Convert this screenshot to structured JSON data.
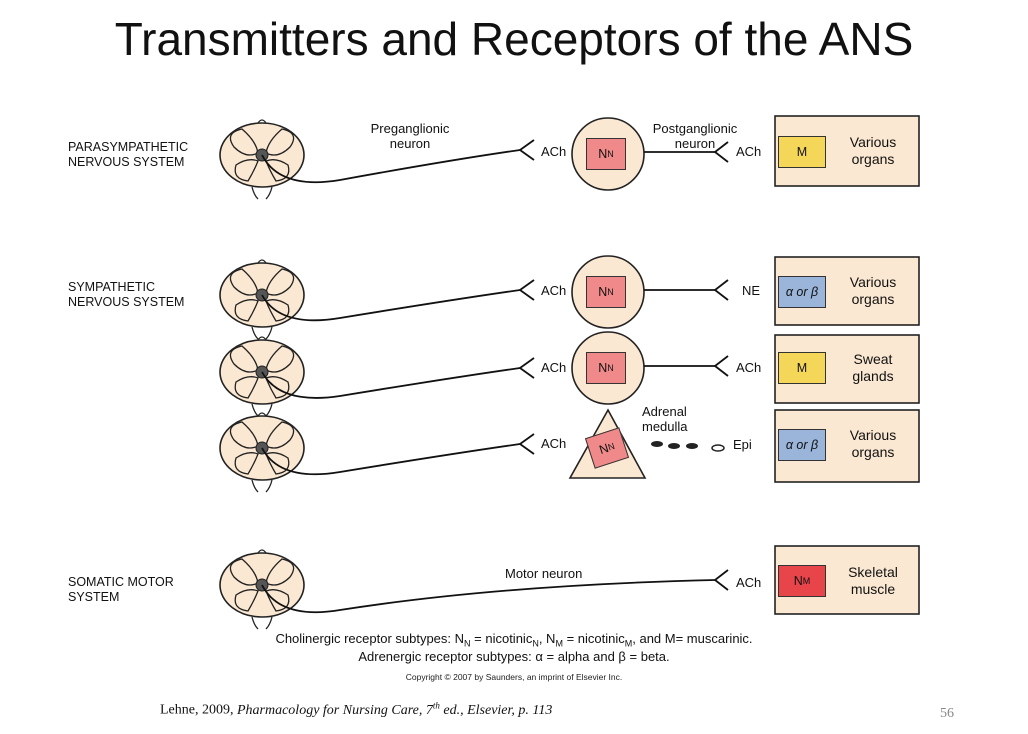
{
  "title": "Transmitters and Receptors of the ANS",
  "systems": {
    "parasympathetic": [
      "PARASYMPATHETIC",
      "NERVOUS SYSTEM"
    ],
    "sympathetic": [
      "SYMPATHETIC",
      "NERVOUS SYSTEM"
    ],
    "somatic": [
      "SOMATIC MOTOR",
      "SYSTEM"
    ]
  },
  "neurons": {
    "preganglionic": [
      "Preganglionic",
      "neuron"
    ],
    "postganglionic": [
      "Postganglionic",
      "neuron"
    ],
    "motor": "Motor neuron"
  },
  "adrenal": [
    "Adrenal",
    "medulla"
  ],
  "transmitters": {
    "ach": "ACh",
    "ne": "NE",
    "epi": "Epi"
  },
  "receptors": {
    "nn_main": "N",
    "nn_sub": "N",
    "m": "M",
    "alpha_beta": "α or β",
    "nm_main": "N",
    "nm_sub": "M"
  },
  "organs": {
    "various": [
      "Various",
      "organs"
    ],
    "sweat": [
      "Sweat",
      "glands"
    ],
    "skeletal": [
      "Skeletal",
      "muscle"
    ]
  },
  "legend": {
    "cholinergic": {
      "t1": "Cholinergic receptor subtypes: N",
      "s1": "N",
      "t2": " = nicotinic",
      "s2": "N",
      "t3": ", N",
      "s3": "M",
      "t4": " = nicotinic",
      "s4": "M",
      "t5": ", and M= muscarinic."
    },
    "adrenergic": "Adrenergic receptor subtypes: α = alpha and β = beta."
  },
  "copyright": "Copyright © 2007 by Saunders, an imprint of Elsevier Inc.",
  "citation": {
    "pre": "Lehne, 2009, ",
    "book": "Pharmacology for Nursing Care, 7",
    "sup": "th",
    "post": " ed., Elsevier, p. 113"
  },
  "page_number": "56",
  "colors": {
    "cream": "#fbe8d2",
    "nicotinic": "#f08a8a",
    "muscarinic": "#f4d758",
    "adrenergic": "#9ab5d9",
    "nicotinic_m": "#e8454a"
  }
}
